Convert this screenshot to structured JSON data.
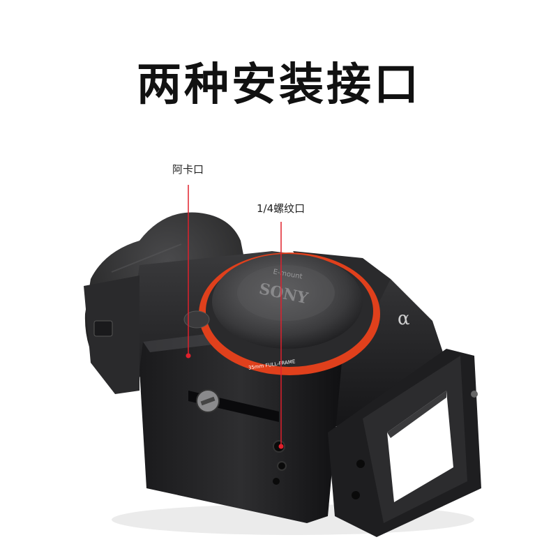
{
  "title": "两种安装接口",
  "callouts": [
    {
      "label": "阿卡口"
    },
    {
      "label": "1/4螺纹口"
    }
  ],
  "product": {
    "brand": "SONY",
    "mount": "E-mount",
    "lens_ring_text": "35mm FULL-FRAME",
    "body_mark": "α",
    "accent_color": "#e0401c",
    "body_color": "#1c1c1e"
  }
}
